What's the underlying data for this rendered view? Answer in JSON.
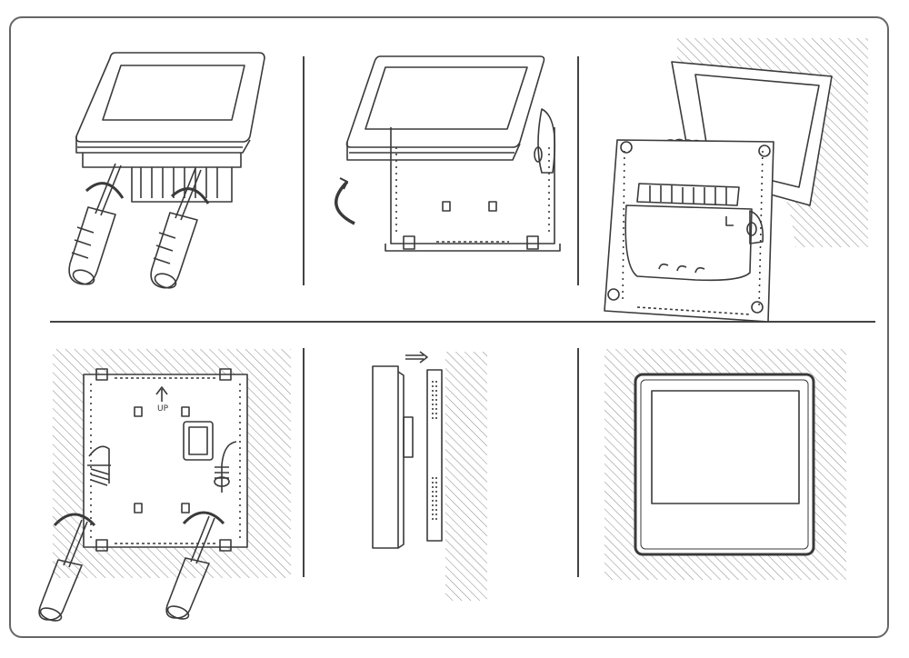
{
  "diagram": {
    "steps": [
      {
        "name": "step-1"
      },
      {
        "name": "step-2"
      },
      {
        "name": "step-3"
      },
      {
        "name": "step-4",
        "label": "UP"
      },
      {
        "name": "step-5"
      },
      {
        "name": "step-6"
      }
    ]
  },
  "colors": {
    "stroke": "#3a3a3a",
    "hatch": "#888888",
    "frame": "#666666"
  }
}
